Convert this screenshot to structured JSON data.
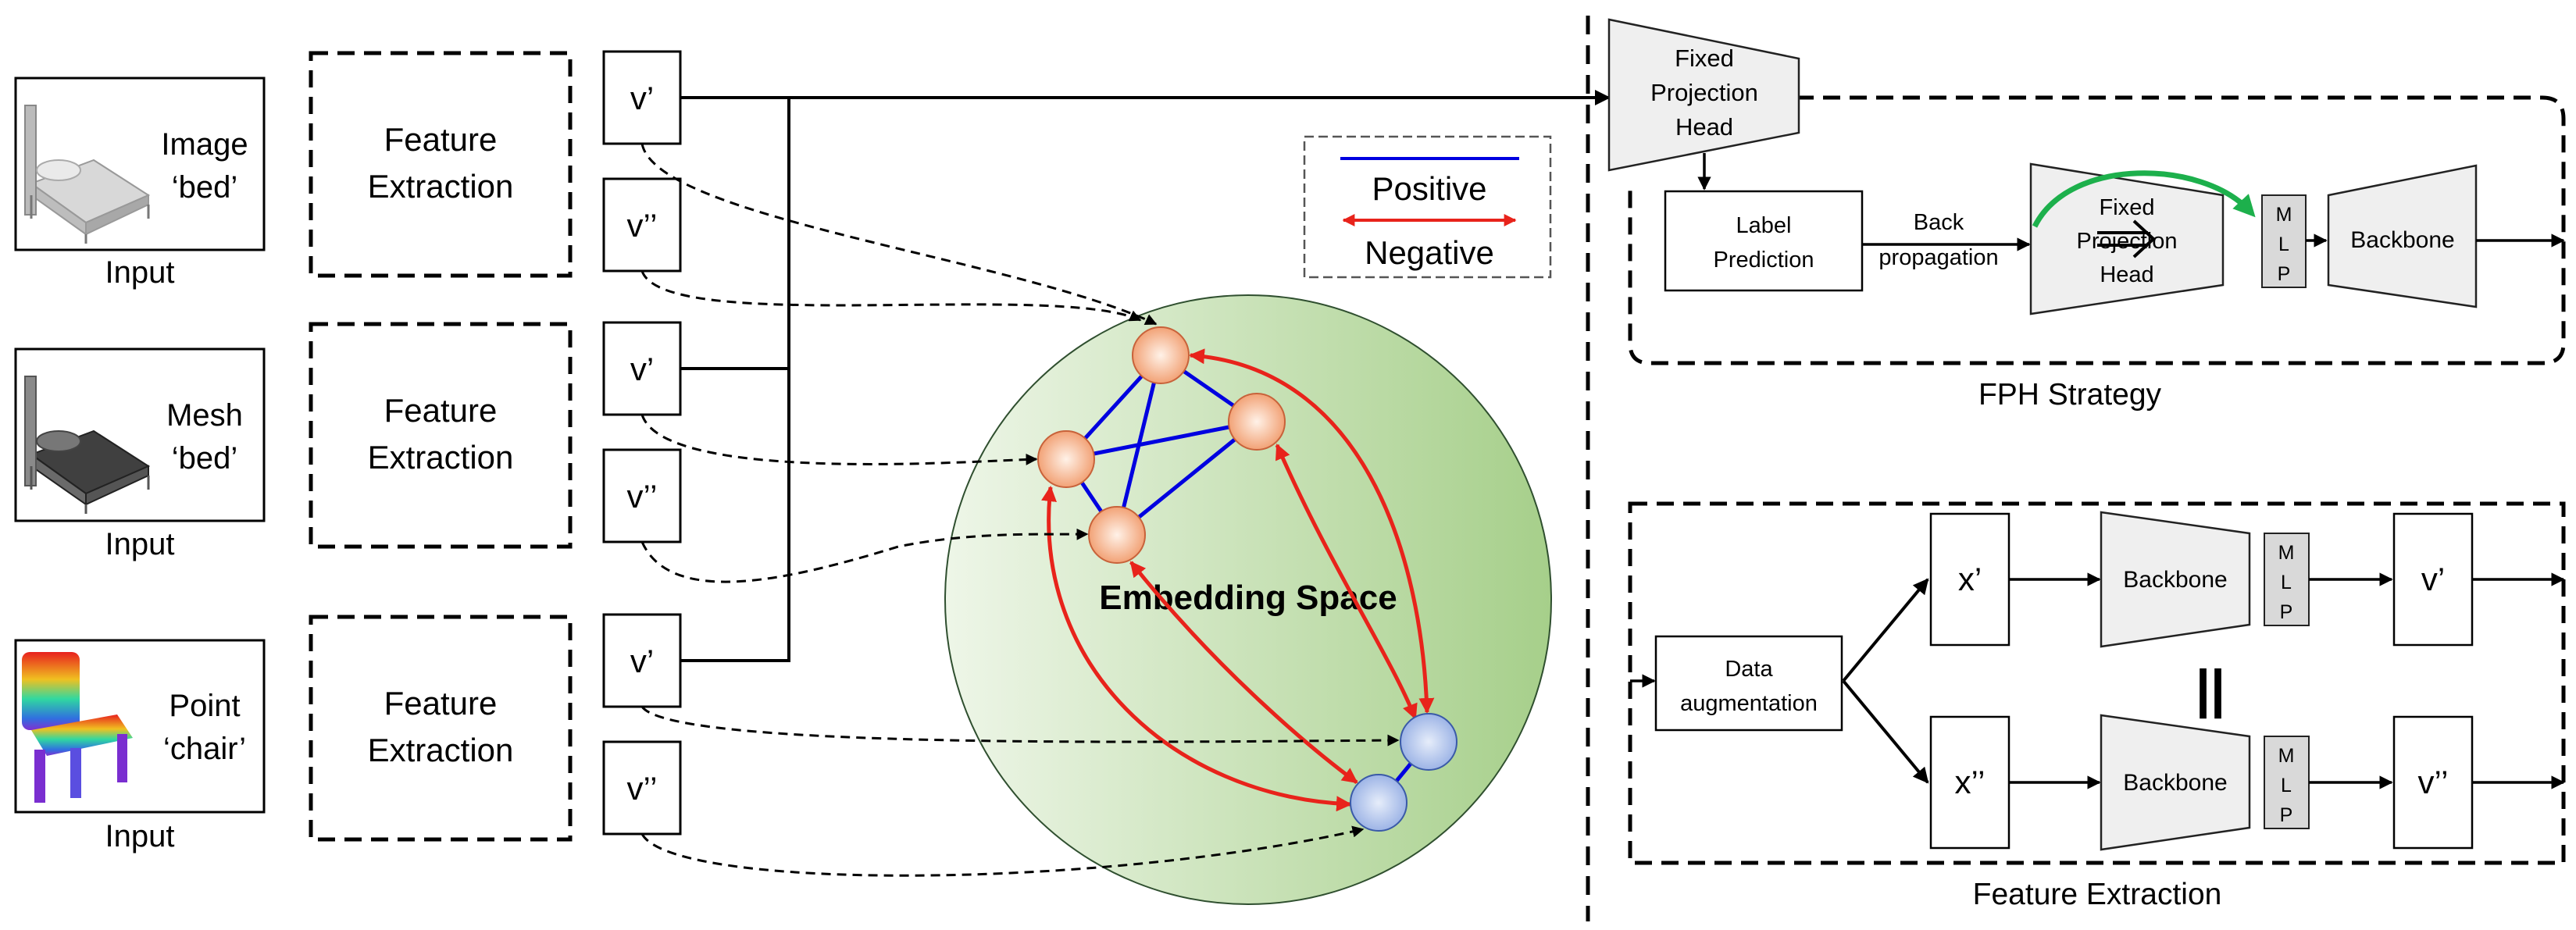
{
  "inputs": [
    {
      "modality": "Image",
      "label": "‘bed’",
      "caption": "Input"
    },
    {
      "modality": "Mesh",
      "label": "‘bed’",
      "caption": "Input"
    },
    {
      "modality": "Point",
      "label": "‘chair’",
      "caption": "Input"
    }
  ],
  "feature_extraction_block": {
    "line1": "Feature",
    "line2": "Extraction"
  },
  "views": {
    "single": "v’",
    "double": "v’’"
  },
  "legend": {
    "positive": "Positive",
    "negative": "Negative"
  },
  "embedding_space": {
    "label": "Embedding Space"
  },
  "colors": {
    "positive": "#0000e0",
    "negative": "#e8231b",
    "arrow_green": "#1db04c",
    "sphere": "#a8d08d"
  },
  "fph": {
    "fixed_head_line1": "Fixed",
    "fixed_head_line2": "Projection",
    "fixed_head_line3": "Head",
    "label_prediction_line1": "Label",
    "label_prediction_line2": "Prediction",
    "back_line1": "Back",
    "back_line2": "propagation",
    "mlp_m": "M",
    "mlp_l": "L",
    "mlp_p": "P",
    "backbone": "Backbone",
    "caption": "FPH Strategy"
  },
  "feature_extraction_detail": {
    "data_aug_line1": "Data",
    "data_aug_line2": "augmentation",
    "x1": "x’",
    "x2": "x’’",
    "backbone": "Backbone",
    "v1": "v’",
    "v2": "v’’",
    "equal_sign": "||",
    "caption": "Feature Extraction"
  }
}
